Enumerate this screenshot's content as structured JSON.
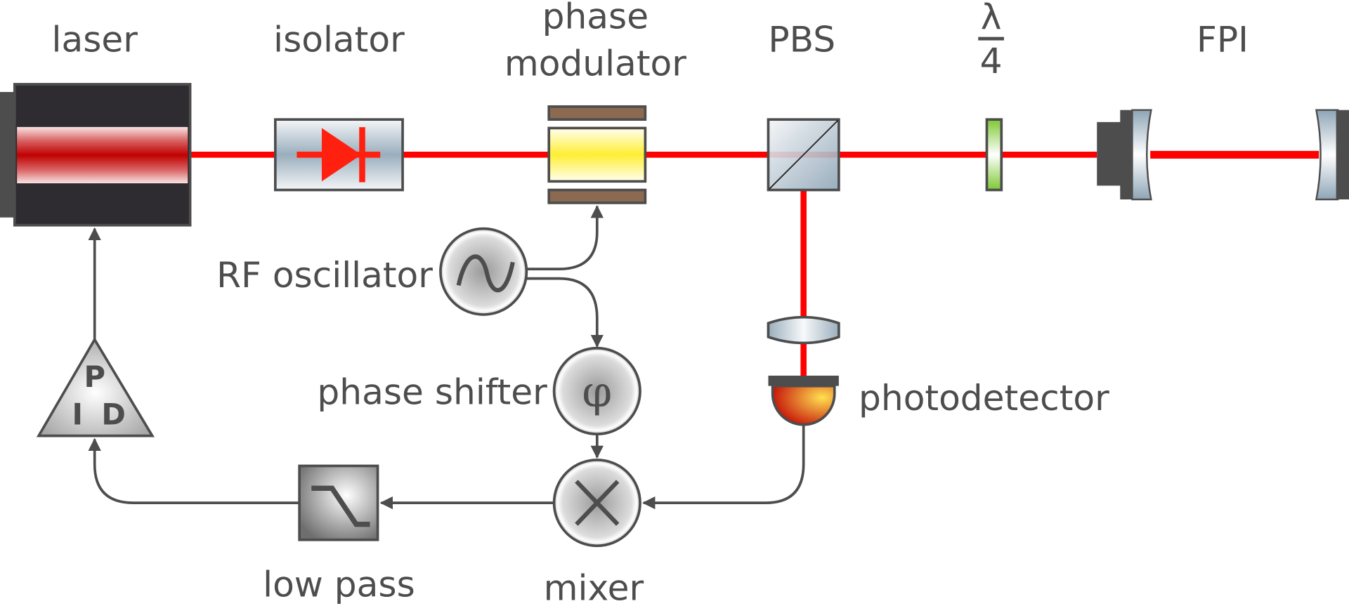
{
  "title": "Pound-Drever-Hall laser locking setup",
  "colors": {
    "text": "#4d4d4d",
    "beam": "#ff0000",
    "laser_body": "#2f2c31",
    "laser_core": "#c00000",
    "electrode": "#8b6a51",
    "crystal": "#ffee44",
    "waveplate": "#7dc832",
    "optic_glass": "#9bb0bf",
    "photodiode_inner": "#ffe050",
    "photodiode_outer": "#c00000",
    "wire": "#4d4d4d"
  },
  "components": {
    "laser": {
      "label": "laser"
    },
    "isolator": {
      "label": "isolator"
    },
    "phase_modulator": {
      "label_line1": "phase",
      "label_line2": "modulator"
    },
    "pbs": {
      "label": "PBS"
    },
    "waveplate": {
      "label_num": "λ",
      "label_den": "4"
    },
    "fpi": {
      "label": "FPI"
    },
    "rf_oscillator": {
      "label": "RF oscillator",
      "symbol": "sine-wave"
    },
    "phase_shifter": {
      "label": "phase shifter",
      "symbol": "φ"
    },
    "photodetector": {
      "label": "photodetector"
    },
    "mixer": {
      "label": "mixer",
      "symbol": "multiply-cross"
    },
    "low_pass": {
      "label": "low pass",
      "symbol": "lowpass-step"
    },
    "pid": {
      "p": "P",
      "i": "I",
      "d": "D"
    }
  }
}
